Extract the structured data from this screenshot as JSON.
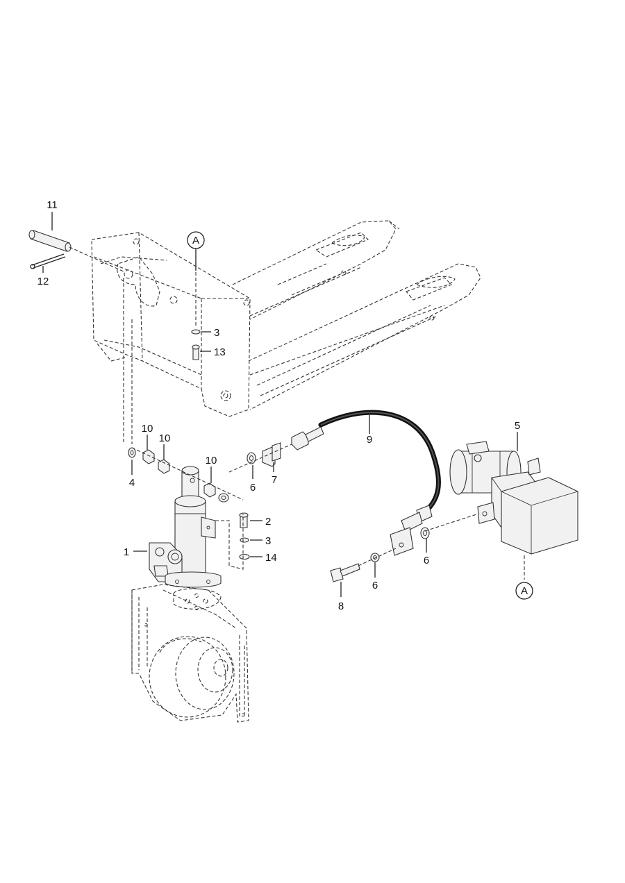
{
  "callouts": {
    "c11": "11",
    "c12": "12",
    "cA1": "A",
    "c3a": "3",
    "c13": "13",
    "c10a": "10",
    "c10b": "10",
    "c10c": "10",
    "c4": "4",
    "c6a": "6",
    "c7": "7",
    "c9": "9",
    "c5": "5",
    "c2": "2",
    "c3b": "3",
    "c14": "14",
    "c1": "1",
    "c6b": "6",
    "c6c": "6",
    "c8": "8",
    "cA2": "A"
  },
  "colors": {
    "line": "#222222",
    "hose": "#111111",
    "background": "#ffffff"
  }
}
